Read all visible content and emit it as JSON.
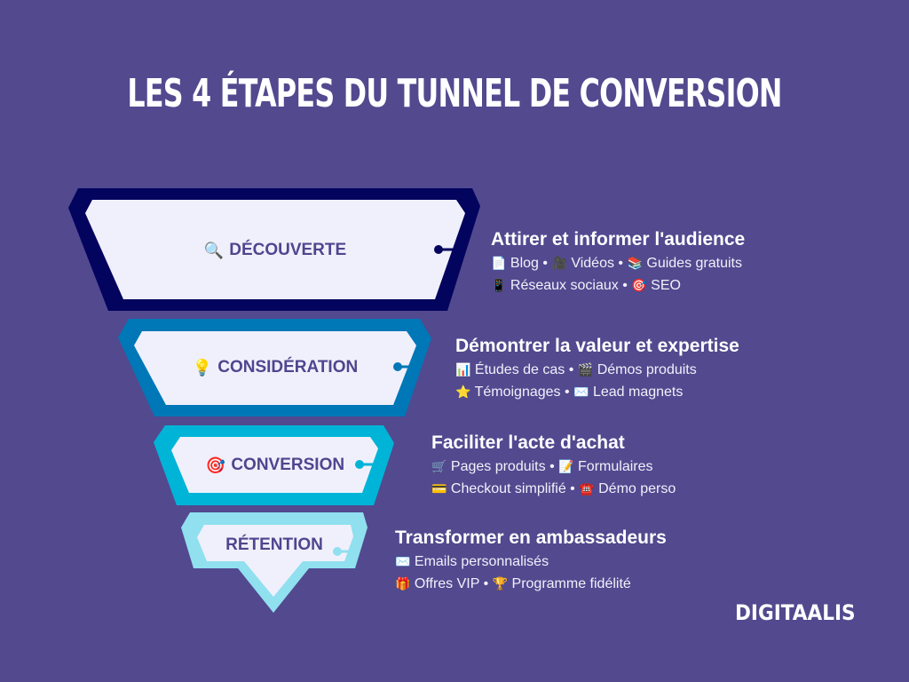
{
  "title": "LES 4 ÉTAPES DU TUNNEL DE CONVERSION",
  "colors": {
    "background": "#52498f",
    "stage1_border": "#03045e",
    "stage2_border": "#0077b6",
    "stage3_border": "#00b4d8",
    "stage4_border": "#90e0ef",
    "stage_fill": "#f0f0fc",
    "label_text": "#4e468e"
  },
  "stages": [
    {
      "icon": "🔍",
      "icon_name": "magnifier-icon",
      "label": "DÉCOUVERTE",
      "heading": "Attirer et informer l'audience",
      "lines": [
        [
          {
            "icon": "📄",
            "text": "Blog"
          },
          {
            "icon": "🎥",
            "text": "Vidéos"
          },
          {
            "icon": "📚",
            "text": "Guides gratuits"
          }
        ],
        [
          {
            "icon": "📱",
            "text": "Réseaux sociaux"
          },
          {
            "icon": "🎯",
            "text": "SEO"
          }
        ]
      ]
    },
    {
      "icon": "💡",
      "icon_name": "lightbulb-icon",
      "label": "CONSIDÉRATION",
      "heading": "Démontrer la valeur et expertise",
      "lines": [
        [
          {
            "icon": "📊",
            "text": "Études de cas"
          },
          {
            "icon": "🎬",
            "text": "Démos produits"
          }
        ],
        [
          {
            "icon": "⭐",
            "text": "Témoignages"
          },
          {
            "icon": "✉️",
            "text": "Lead magnets"
          }
        ]
      ]
    },
    {
      "icon": "🎯",
      "icon_name": "target-icon",
      "label": "CONVERSION",
      "heading": "Faciliter l'acte d'achat",
      "lines": [
        [
          {
            "icon": "🛒",
            "text": "Pages produits"
          },
          {
            "icon": "📝",
            "text": "Formulaires"
          }
        ],
        [
          {
            "icon": "💳",
            "text": "Checkout simplifié"
          },
          {
            "icon": "☎️",
            "text": "Démo perso"
          }
        ]
      ]
    },
    {
      "icon": "",
      "icon_name": "",
      "label": "RÉTENTION",
      "heading": "Transformer en ambassadeurs",
      "lines": [
        [
          {
            "icon": "✉️",
            "text": "Emails personnalisés"
          }
        ],
        [
          {
            "icon": "🎁",
            "text": "Offres VIP"
          },
          {
            "icon": "🏆",
            "text": "Programme fidélité"
          }
        ]
      ]
    }
  ],
  "separator": "•",
  "logo": "DIGITAALIS"
}
